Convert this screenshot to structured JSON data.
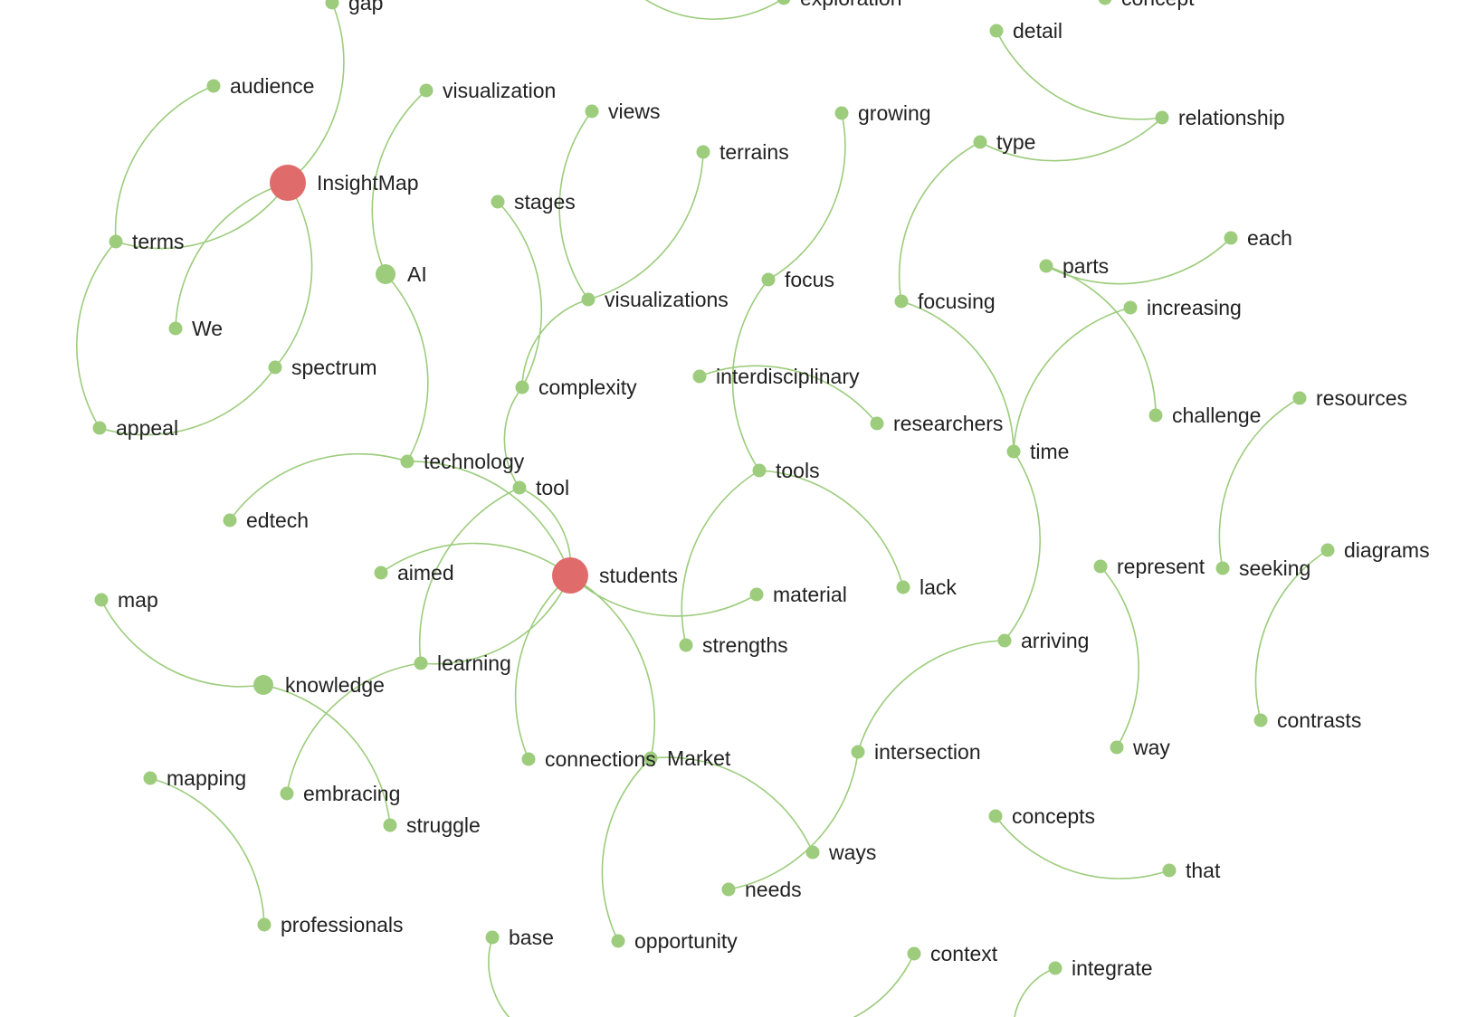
{
  "colors": {
    "edge": "#9ccc7c",
    "node": "#9ccc7c",
    "highlight": "#e06b6b",
    "label": "#222222"
  },
  "nodes": [
    {
      "id": "gap",
      "label": "gap",
      "kind": "normal"
    },
    {
      "id": "exploration",
      "label": "exploration",
      "kind": "normal"
    },
    {
      "id": "concept",
      "label": "concept",
      "kind": "normal"
    },
    {
      "id": "detail",
      "label": "detail",
      "kind": "normal"
    },
    {
      "id": "relationship",
      "label": "relationship",
      "kind": "normal"
    },
    {
      "id": "audience",
      "label": "audience",
      "kind": "normal"
    },
    {
      "id": "visualization",
      "label": "visualization",
      "kind": "normal"
    },
    {
      "id": "views",
      "label": "views",
      "kind": "normal"
    },
    {
      "id": "growing",
      "label": "growing",
      "kind": "normal"
    },
    {
      "id": "type",
      "label": "type",
      "kind": "normal"
    },
    {
      "id": "terrains",
      "label": "terrains",
      "kind": "normal"
    },
    {
      "id": "insightmap",
      "label": "InsightMap",
      "kind": "highlight"
    },
    {
      "id": "stages",
      "label": "stages",
      "kind": "normal"
    },
    {
      "id": "terms",
      "label": "terms",
      "kind": "normal"
    },
    {
      "id": "each",
      "label": "each",
      "kind": "normal"
    },
    {
      "id": "parts",
      "label": "parts",
      "kind": "normal"
    },
    {
      "id": "ai",
      "label": "AI",
      "kind": "medium"
    },
    {
      "id": "focus",
      "label": "focus",
      "kind": "normal"
    },
    {
      "id": "visualizations",
      "label": "visualizations",
      "kind": "normal"
    },
    {
      "id": "focusing",
      "label": "focusing",
      "kind": "normal"
    },
    {
      "id": "increasing",
      "label": "increasing",
      "kind": "normal"
    },
    {
      "id": "we",
      "label": "We",
      "kind": "normal"
    },
    {
      "id": "spectrum",
      "label": "spectrum",
      "kind": "normal"
    },
    {
      "id": "interdisciplinary",
      "label": "interdisciplinary",
      "kind": "normal"
    },
    {
      "id": "complexity",
      "label": "complexity",
      "kind": "normal"
    },
    {
      "id": "resources",
      "label": "resources",
      "kind": "normal"
    },
    {
      "id": "challenge",
      "label": "challenge",
      "kind": "normal"
    },
    {
      "id": "researchers",
      "label": "researchers",
      "kind": "normal"
    },
    {
      "id": "appeal",
      "label": "appeal",
      "kind": "normal"
    },
    {
      "id": "time",
      "label": "time",
      "kind": "normal"
    },
    {
      "id": "technology",
      "label": "technology",
      "kind": "normal"
    },
    {
      "id": "tools",
      "label": "tools",
      "kind": "normal"
    },
    {
      "id": "tool",
      "label": "tool",
      "kind": "normal"
    },
    {
      "id": "edtech",
      "label": "edtech",
      "kind": "normal"
    },
    {
      "id": "diagrams",
      "label": "diagrams",
      "kind": "normal"
    },
    {
      "id": "represent",
      "label": "represent",
      "kind": "normal"
    },
    {
      "id": "seeking",
      "label": "seeking",
      "kind": "normal"
    },
    {
      "id": "aimed",
      "label": "aimed",
      "kind": "normal"
    },
    {
      "id": "students",
      "label": "students",
      "kind": "highlight"
    },
    {
      "id": "lack",
      "label": "lack",
      "kind": "normal"
    },
    {
      "id": "material",
      "label": "material",
      "kind": "normal"
    },
    {
      "id": "map",
      "label": "map",
      "kind": "normal"
    },
    {
      "id": "arriving",
      "label": "arriving",
      "kind": "normal"
    },
    {
      "id": "strengths",
      "label": "strengths",
      "kind": "normal"
    },
    {
      "id": "learning",
      "label": "learning",
      "kind": "normal"
    },
    {
      "id": "knowledge",
      "label": "knowledge",
      "kind": "medium"
    },
    {
      "id": "contrasts",
      "label": "contrasts",
      "kind": "normal"
    },
    {
      "id": "way",
      "label": "way",
      "kind": "normal"
    },
    {
      "id": "intersection",
      "label": "intersection",
      "kind": "normal"
    },
    {
      "id": "market",
      "label": "Market",
      "kind": "normal"
    },
    {
      "id": "connections",
      "label": "connections",
      "kind": "normal"
    },
    {
      "id": "mapping",
      "label": "mapping",
      "kind": "normal"
    },
    {
      "id": "embracing",
      "label": "embracing",
      "kind": "normal"
    },
    {
      "id": "concepts",
      "label": "concepts",
      "kind": "normal"
    },
    {
      "id": "struggle",
      "label": "struggle",
      "kind": "normal"
    },
    {
      "id": "ways",
      "label": "ways",
      "kind": "normal"
    },
    {
      "id": "that",
      "label": "that",
      "kind": "normal"
    },
    {
      "id": "needs",
      "label": "needs",
      "kind": "normal"
    },
    {
      "id": "professionals",
      "label": "professionals",
      "kind": "normal"
    },
    {
      "id": "base",
      "label": "base",
      "kind": "normal"
    },
    {
      "id": "opportunity",
      "label": "opportunity",
      "kind": "normal"
    },
    {
      "id": "context",
      "label": "context",
      "kind": "normal"
    },
    {
      "id": "integrate",
      "label": "integrate",
      "kind": "normal"
    }
  ],
  "edges": [
    [
      "gap",
      "insightmap"
    ],
    [
      "audience",
      "terms"
    ],
    [
      "insightmap",
      "terms"
    ],
    [
      "insightmap",
      "we"
    ],
    [
      "insightmap",
      "spectrum"
    ],
    [
      "terms",
      "appeal"
    ],
    [
      "spectrum",
      "appeal"
    ],
    [
      "visualization",
      "ai"
    ],
    [
      "ai",
      "technology"
    ],
    [
      "technology",
      "edtech"
    ],
    [
      "technology",
      "students"
    ],
    [
      "views",
      "visualizations"
    ],
    [
      "terrains",
      "visualizations"
    ],
    [
      "visualizations",
      "complexity"
    ],
    [
      "stages",
      "complexity"
    ],
    [
      "complexity",
      "tool"
    ],
    [
      "tool",
      "students"
    ],
    [
      "tool",
      "learning"
    ],
    [
      "growing",
      "focus"
    ],
    [
      "focus",
      "tools"
    ],
    [
      "tools",
      "lack"
    ],
    [
      "tools",
      "strengths"
    ],
    [
      "interdisciplinary",
      "researchers"
    ],
    [
      "detail",
      "relationship"
    ],
    [
      "relationship",
      "type"
    ],
    [
      "type",
      "focusing"
    ],
    [
      "focusing",
      "time"
    ],
    [
      "increasing",
      "time"
    ],
    [
      "time",
      "arriving"
    ],
    [
      "arriving",
      "intersection"
    ],
    [
      "intersection",
      "needs"
    ],
    [
      "parts",
      "each"
    ],
    [
      "parts",
      "challenge"
    ],
    [
      "resources",
      "seeking"
    ],
    [
      "represent",
      "way"
    ],
    [
      "diagrams",
      "contrasts"
    ],
    [
      "aimed",
      "students"
    ],
    [
      "students",
      "material"
    ],
    [
      "students",
      "learning"
    ],
    [
      "students",
      "connections"
    ],
    [
      "students",
      "market"
    ],
    [
      "map",
      "knowledge"
    ],
    [
      "knowledge",
      "struggle"
    ],
    [
      "learning",
      "embracing"
    ],
    [
      "market",
      "ways"
    ],
    [
      "market",
      "opportunity"
    ],
    [
      "mapping",
      "professionals"
    ],
    [
      "concepts",
      "that"
    ],
    [
      "exploration",
      "offscreen_a"
    ],
    [
      "base",
      "offscreen_b"
    ],
    [
      "context",
      "offscreen_c"
    ],
    [
      "integrate",
      "offscreen_d"
    ]
  ]
}
